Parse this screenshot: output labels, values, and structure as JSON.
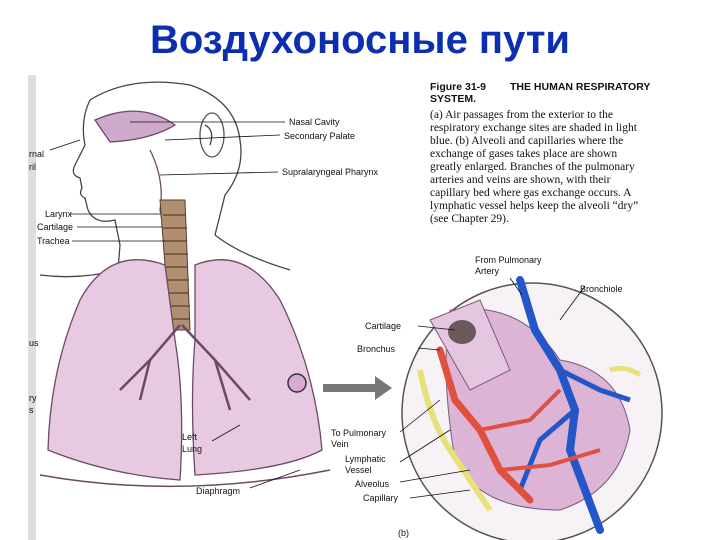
{
  "title": "Воздухоносные пути",
  "figure": {
    "number": "Figure 31-9",
    "heading_line1": "THE HUMAN RESPIRATORY",
    "heading_line2": "SYSTEM.",
    "caption_lines": [
      "(a) Air passages from the exterior to the",
      "respiratory exchange sites are shaded in light",
      "blue. (b) Alveoli and capillaries where the",
      "exchange of gases takes place are shown",
      "greatly enlarged. Branches of the pulmonary",
      "arteries and veins are shown, with their",
      "capillary bed where gas exchange occurs. A",
      "lymphatic vessel helps keep the alveoli “dry”",
      "(see Chapter 29)."
    ],
    "part_label": "(b)"
  },
  "left_labels": {
    "nasal_cavity": "Nasal Cavity",
    "secondary_palate": "Secondary Palate",
    "supralaryngeal_pharynx": "Supralaryngeal Pharynx",
    "larynx": "Larynx",
    "cartilage": "Cartilage",
    "trachea": "Trachea",
    "left_lung_1": "Left",
    "left_lung_2": "Lung",
    "diaphragm": "Diaphragm",
    "partial_1": "rnal",
    "partial_2": "ril",
    "partial_3": "us",
    "partial_4": "ry",
    "partial_5": "s"
  },
  "right_labels": {
    "from_pulmonary_1": "From Pulmonary",
    "from_pulmonary_2": "Artery",
    "bronchiole": "Bronchiole",
    "cartilage": "Cartilage",
    "bronchus": "Bronchus",
    "to_pulmonary_1": "To Pulmonary",
    "to_pulmonary_2": "Vein",
    "lymphatic_1": "Lymphatic",
    "lymphatic_2": "Vessel",
    "alveolus": "Alveolus",
    "capillary": "Capillary"
  },
  "colors": {
    "title": "#0c2fb0",
    "lung": "#e7c9e2",
    "artery": "#2456c8",
    "vein": "#e0503e",
    "lymph": "#e8e07a",
    "trachea": "#8a6a4a"
  }
}
